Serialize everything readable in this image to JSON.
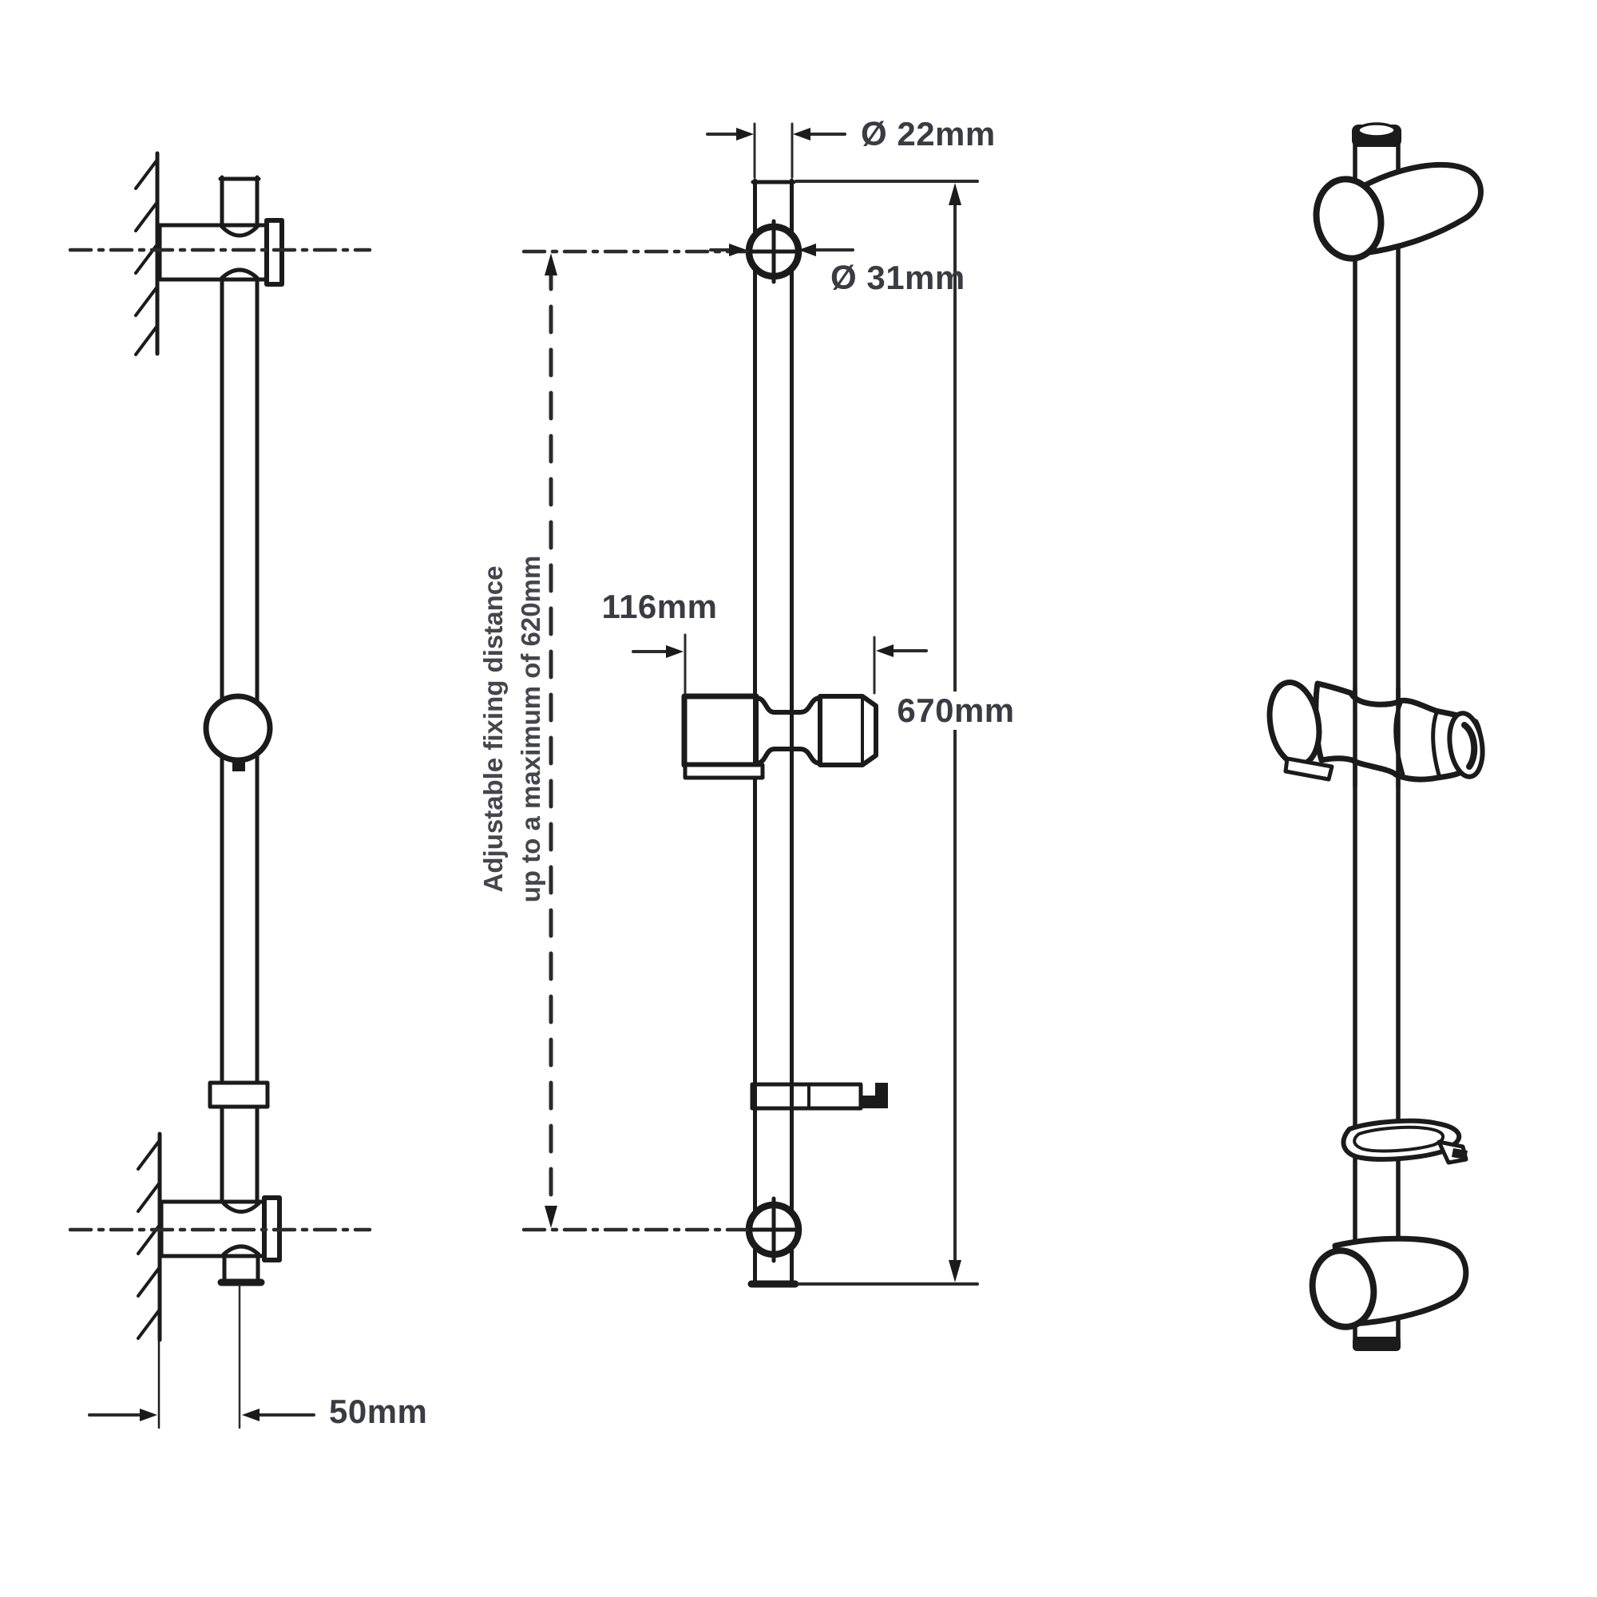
{
  "labels": {
    "rail_diameter": "Ø 22mm",
    "bracket_diameter": "Ø 31mm",
    "holder_width": "116mm",
    "rail_length": "670mm",
    "wall_offset": "50mm"
  },
  "note": {
    "line1": "Adjustable fixing distance",
    "line2": "up to a maximum of 620mm"
  },
  "colors": {
    "line": "#1b1b1b",
    "dimension_line": "#2b2b2b",
    "label_text": "#3b3b43",
    "background": "#ffffff"
  }
}
